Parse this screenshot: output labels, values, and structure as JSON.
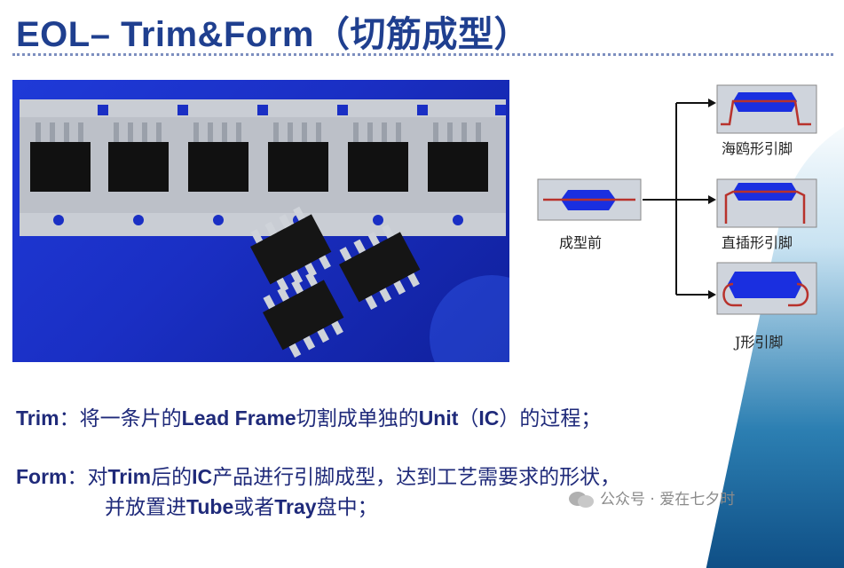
{
  "header": {
    "title": "EOL– Trim&Form（切筋成型）"
  },
  "diagram": {
    "before_label": "成型前",
    "options": [
      {
        "label": "海鸥形引脚"
      },
      {
        "label": "直插形引脚"
      },
      {
        "label": "J形引脚"
      }
    ]
  },
  "text": {
    "trim_term": "Trim",
    "trim_colon": "：",
    "trim_desc_1": "将一条片的",
    "trim_kw_1": "Lead Frame",
    "trim_desc_2": "切割成单独的",
    "trim_kw_2": "Unit",
    "trim_desc_3": "（",
    "trim_kw_3": "IC",
    "trim_desc_4": "）的过程；",
    "form_term": "Form",
    "form_colon": "：",
    "form_desc_1": "对",
    "form_kw_1": "Trim",
    "form_desc_2": "后的",
    "form_kw_2": "IC",
    "form_desc_3": "产品进行引脚成型，达到工艺需要求的形状，",
    "form_line2_1": "并放置进",
    "form_kw_3": "Tube",
    "form_line2_2": "或者",
    "form_kw_4": "Tray",
    "form_line2_3": "盘中；"
  },
  "watermark": {
    "text": "公众号 · 爱在七夕时"
  },
  "colors": {
    "title": "#1f3f8f",
    "body_text": "#1f2a7a",
    "photo_bg": "#1a2fc4",
    "package_blue": "#1030e8",
    "lead_red": "#c0392b"
  }
}
